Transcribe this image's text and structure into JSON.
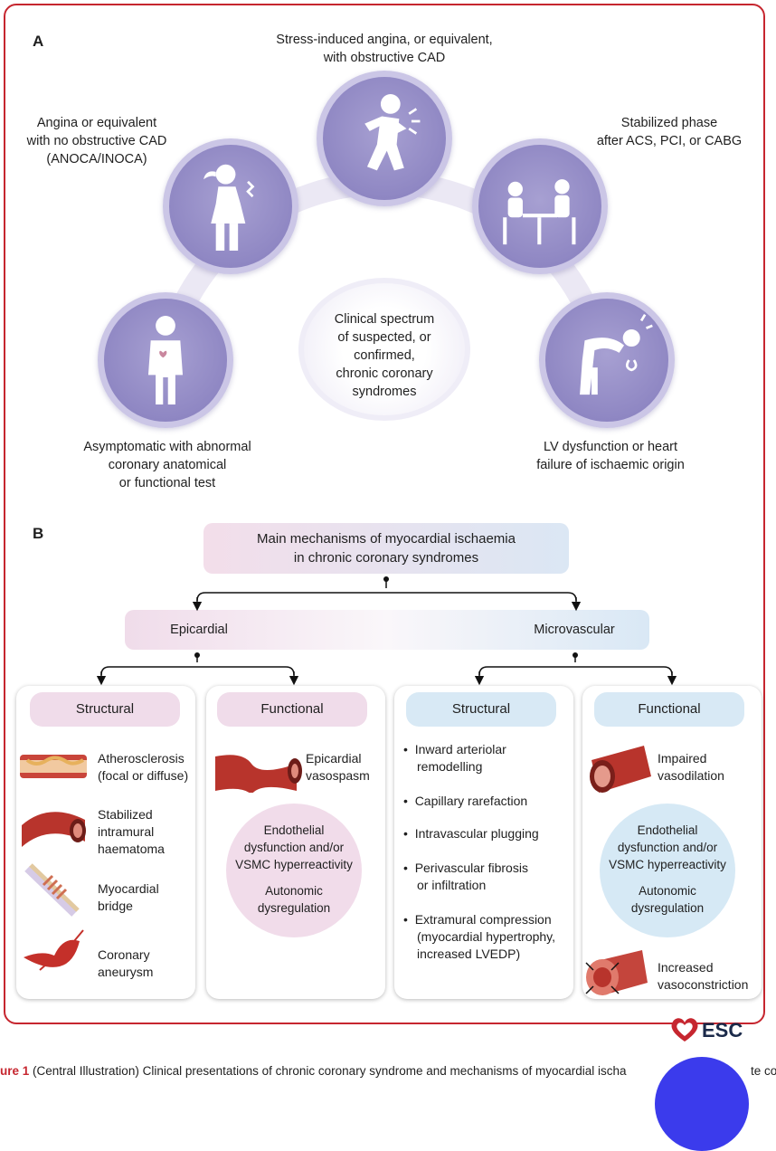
{
  "panel_a": {
    "letter": "A",
    "top": [
      "Stress-induced angina, or equivalent,",
      "with obstructive CAD"
    ],
    "left_upper": [
      "Angina or equivalent",
      "with no obstructive CAD",
      "(ANOCA/INOCA)"
    ],
    "right_upper": [
      "Stabilized phase",
      "after ACS, PCI, or CABG"
    ],
    "left_lower": [
      "Asymptomatic with abnormal",
      "coronary anatomical",
      "or functional test"
    ],
    "right_lower": [
      "LV dysfunction or heart",
      "failure of ischaemic origin"
    ],
    "center": [
      "Clinical spectrum",
      "of suspected, or",
      "confirmed,",
      "chronic coronary",
      "syndromes"
    ]
  },
  "panel_b": {
    "letter": "B",
    "main": [
      "Main mechanisms of myocardial ischaemia",
      "in chronic coronary syndromes"
    ],
    "epicardial": "Epicardial",
    "microvascular": "Microvascular",
    "epi_structural": {
      "label": "Structural",
      "items": [
        [
          "Atherosclerosis",
          "(focal or diffuse)"
        ],
        [
          "Stabilized",
          "intramural",
          "haematoma"
        ],
        [
          "Myocardial",
          "bridge"
        ],
        [
          "Coronary",
          "aneurysm"
        ]
      ]
    },
    "epi_functional": {
      "label": "Functional",
      "item": [
        "Epicardial",
        "vasospasm"
      ],
      "bubble": [
        "Endothelial",
        "dysfunction and/or",
        "VSMC hyperreactivity",
        "",
        "Autonomic",
        "dysregulation"
      ]
    },
    "micro_structural": {
      "label": "Structural",
      "items": [
        [
          "Inward arteriolar",
          "remodelling"
        ],
        [
          "Capillary rarefaction"
        ],
        [
          "Intravascular plugging"
        ],
        [
          "Perivascular fibrosis",
          "or infiltration"
        ],
        [
          "Extramural compression",
          "(myocardial hypertrophy,",
          "increased LVEDP)"
        ]
      ]
    },
    "micro_functional": {
      "label": "Functional",
      "top_item": [
        "Impaired",
        "vasodilation"
      ],
      "bubble": [
        "Endothelial",
        "dysfunction and/or",
        "VSMC hyperreactivity",
        "",
        "Autonomic",
        "dysregulation"
      ],
      "bottom_item": [
        "Increased",
        "vasoconstriction"
      ]
    }
  },
  "logo": "ESC",
  "caption": {
    "prefix": "ure 1",
    "text": " (Central Illustration) Clinical presentations of chronic coronary syndrome and mechanisms of myocardial ischa",
    "tail": "te coro"
  },
  "colors": {
    "frame": "#c6262f",
    "circle": "#8f87c3",
    "pink": "#f0dcea",
    "blue": "#d8e9f5",
    "vessel": "#b8342c"
  }
}
